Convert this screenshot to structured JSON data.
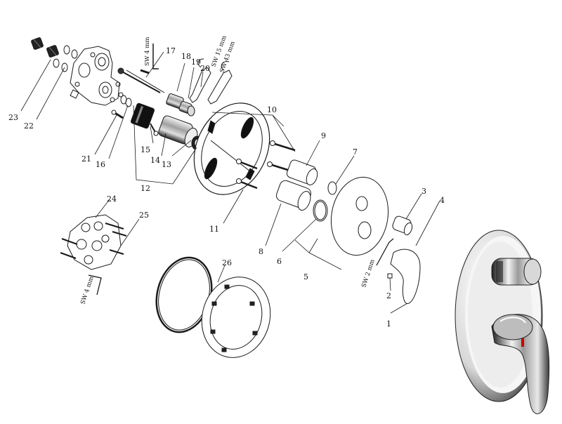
{
  "callouts": {
    "c1": "1",
    "c2": "2",
    "c3": "3",
    "c4": "4",
    "c5": "5",
    "c6": "6",
    "c7": "7",
    "c8": "8",
    "c9": "9",
    "c10": "10",
    "c11": "11",
    "c12": "12",
    "c13": "13",
    "c14": "14",
    "c15": "15",
    "c16": "16",
    "c17": "17",
    "c18": "18",
    "c19": "19",
    "c20": "20",
    "c21": "21",
    "c22": "22",
    "c23": "23",
    "c24": "24",
    "c25": "25",
    "c26": "26"
  },
  "tool_labels": {
    "sw4_top": "SW 4 mm",
    "sw15": "SW 15 mm",
    "sw43": "SW 43 mm",
    "sw2": "SW 2 mm",
    "sw4_bottom": "SW 4 mm"
  },
  "colors": {
    "line": "#1a1a1a",
    "chrome_dark": "#2b2b2b",
    "chrome_light": "#e8e8e8"
  }
}
